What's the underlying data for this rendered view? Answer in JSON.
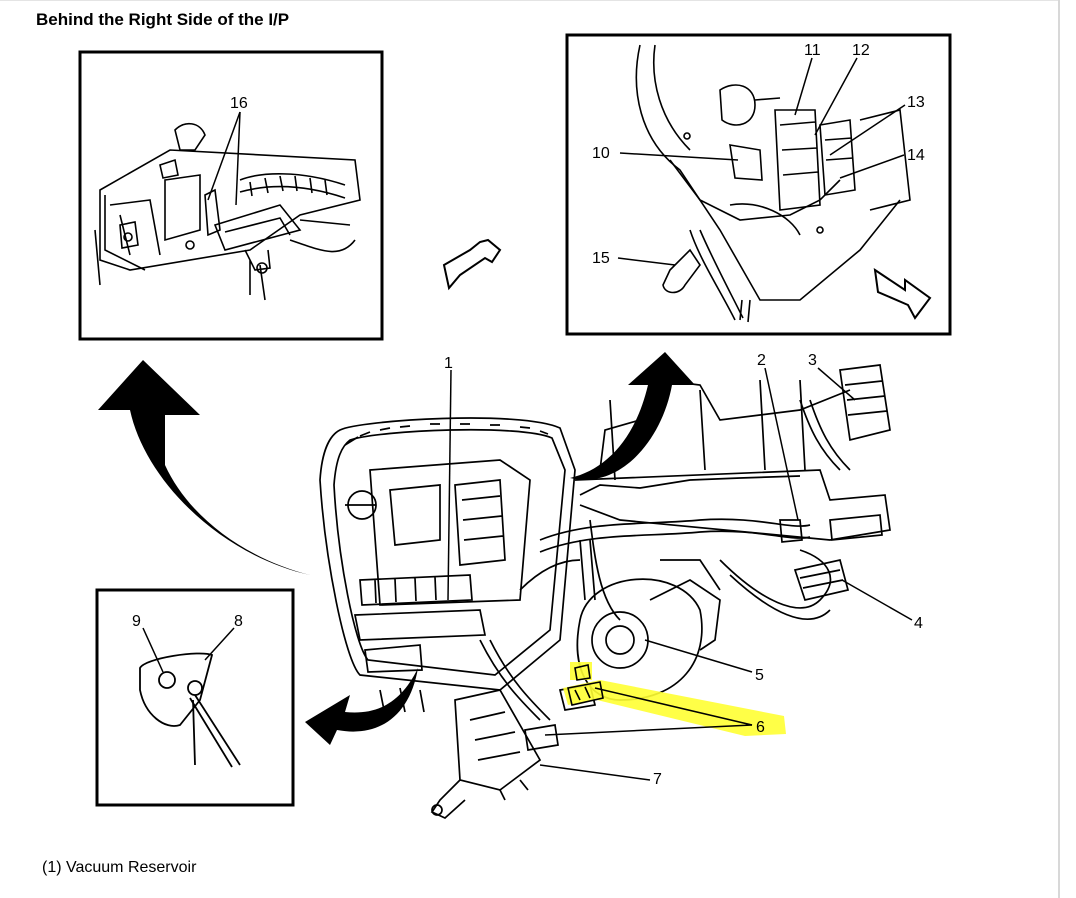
{
  "header": {
    "title": "Behind the Right Side of the I/P"
  },
  "caption": {
    "text": "(1) Vacuum Reservoir"
  },
  "callouts": {
    "c1": "1",
    "c2": "2",
    "c3": "3",
    "c4": "4",
    "c5": "5",
    "c6": "6",
    "c7": "7",
    "c8": "8",
    "c9": "9",
    "c10": "10",
    "c11": "11",
    "c12": "12",
    "c13": "13",
    "c14": "14",
    "c15": "15",
    "c16": "16"
  },
  "colors": {
    "highlight": "#ffff33",
    "line": "#000000",
    "background": "#ffffff"
  }
}
